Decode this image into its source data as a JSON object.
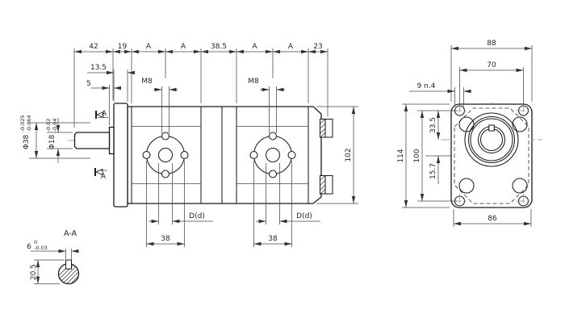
{
  "drawing": {
    "colors": {
      "ink": "#1b1b1b",
      "thin_line": "#474747",
      "centerline": "#8f8f8f",
      "background": "#ffffff"
    },
    "front_view": {
      "dim_chain": [
        "42",
        "19",
        "A",
        "A",
        "38.5",
        "A",
        "A",
        "23"
      ],
      "dim_flange_thickness": "13.5",
      "dim_shaft_step": "5",
      "thread_label_1": "M8",
      "thread_label_2": "M8",
      "spigot_dia": {
        "label": "Φ38",
        "tol_upper": "-0.025",
        "tol_lower": "-0.064"
      },
      "shaft_dia": {
        "label": "Φ18",
        "tol_upper": "-0.02",
        "tol_lower": "-0.04"
      },
      "dim_body_height": "102",
      "port_dia_label_1": "D(d)",
      "port_dia_label_2": "D(d)",
      "dim_bolt_span_1": "38",
      "dim_bolt_span_2": "38",
      "section_arrow_top": "A",
      "section_arrow_bottom": "A"
    },
    "side_view": {
      "dim_flange_width": "88",
      "dim_hole_span_h": "70",
      "dim_mount_holes": "9 n.4",
      "dim_flange_height": "114",
      "dim_hole_span_v": "100",
      "dim_shaft_offset": "33.5",
      "dim_center_offset": "15.7",
      "dim_body_width": "86"
    },
    "section_view": {
      "title": "A-A",
      "key_width": {
        "label": "6",
        "tol_upper": "0",
        "tol_lower": "-0.03"
      },
      "dim_key_height": "20.5"
    }
  }
}
